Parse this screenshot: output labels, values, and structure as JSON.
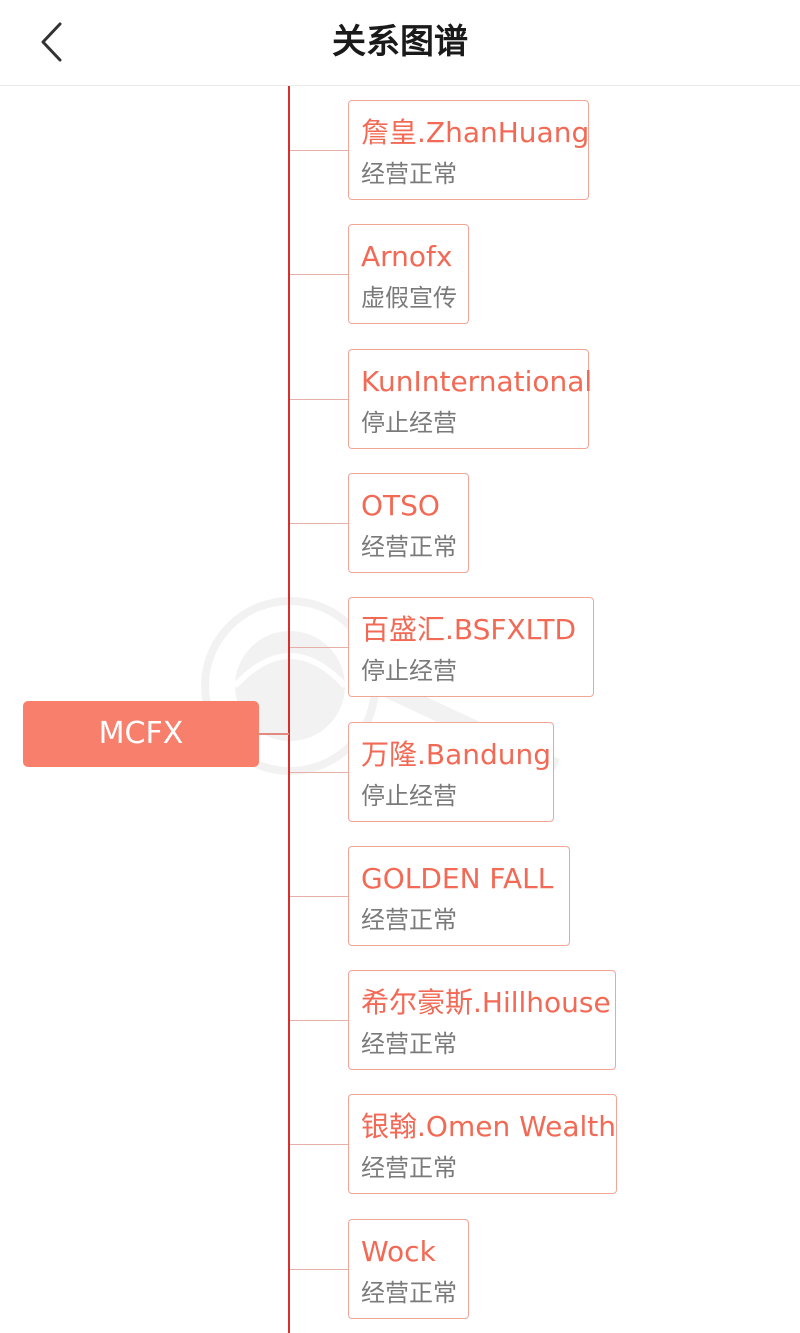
{
  "header": {
    "title": "关系图谱",
    "back_icon": "chevron-left-icon"
  },
  "graph": {
    "root": {
      "label": "MCFX"
    },
    "children": [
      {
        "name": "詹皇.ZhanHuang",
        "status": "经营正常"
      },
      {
        "name": "Arnofx",
        "status": "虚假宣传"
      },
      {
        "name": "KunInternational",
        "status": "停止经营"
      },
      {
        "name": "OTSO",
        "status": "经营正常"
      },
      {
        "name": "百盛汇.BSFXLTD",
        "status": "停止经营"
      },
      {
        "name": "万隆.Bandung",
        "status": "停止经营"
      },
      {
        "name": "GOLDEN FALL",
        "status": "经营正常"
      },
      {
        "name": "希尔豪斯.Hillhouse",
        "status": "经营正常"
      },
      {
        "name": "银翰.Omen Wealth",
        "status": "经营正常"
      },
      {
        "name": "Wock",
        "status": "经营正常"
      }
    ]
  },
  "colors": {
    "accent": "#f77f6c",
    "child_name": "#f26a55",
    "trunk": "#d6302d",
    "status_text": "#7a7a7a"
  }
}
